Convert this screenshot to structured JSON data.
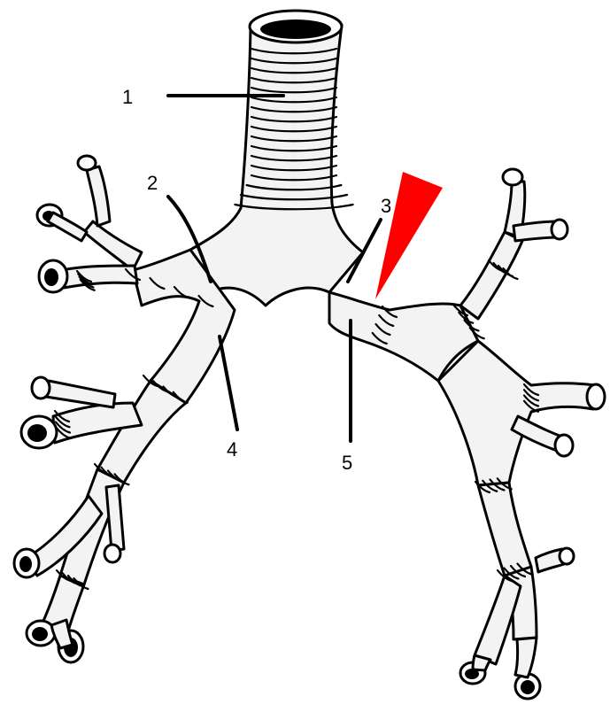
{
  "labels": [
    "1",
    "2",
    "3",
    "4",
    "5"
  ],
  "colors": {
    "ink": "#000000",
    "paper": "#ffffff",
    "pointer": "#ff0000"
  }
}
